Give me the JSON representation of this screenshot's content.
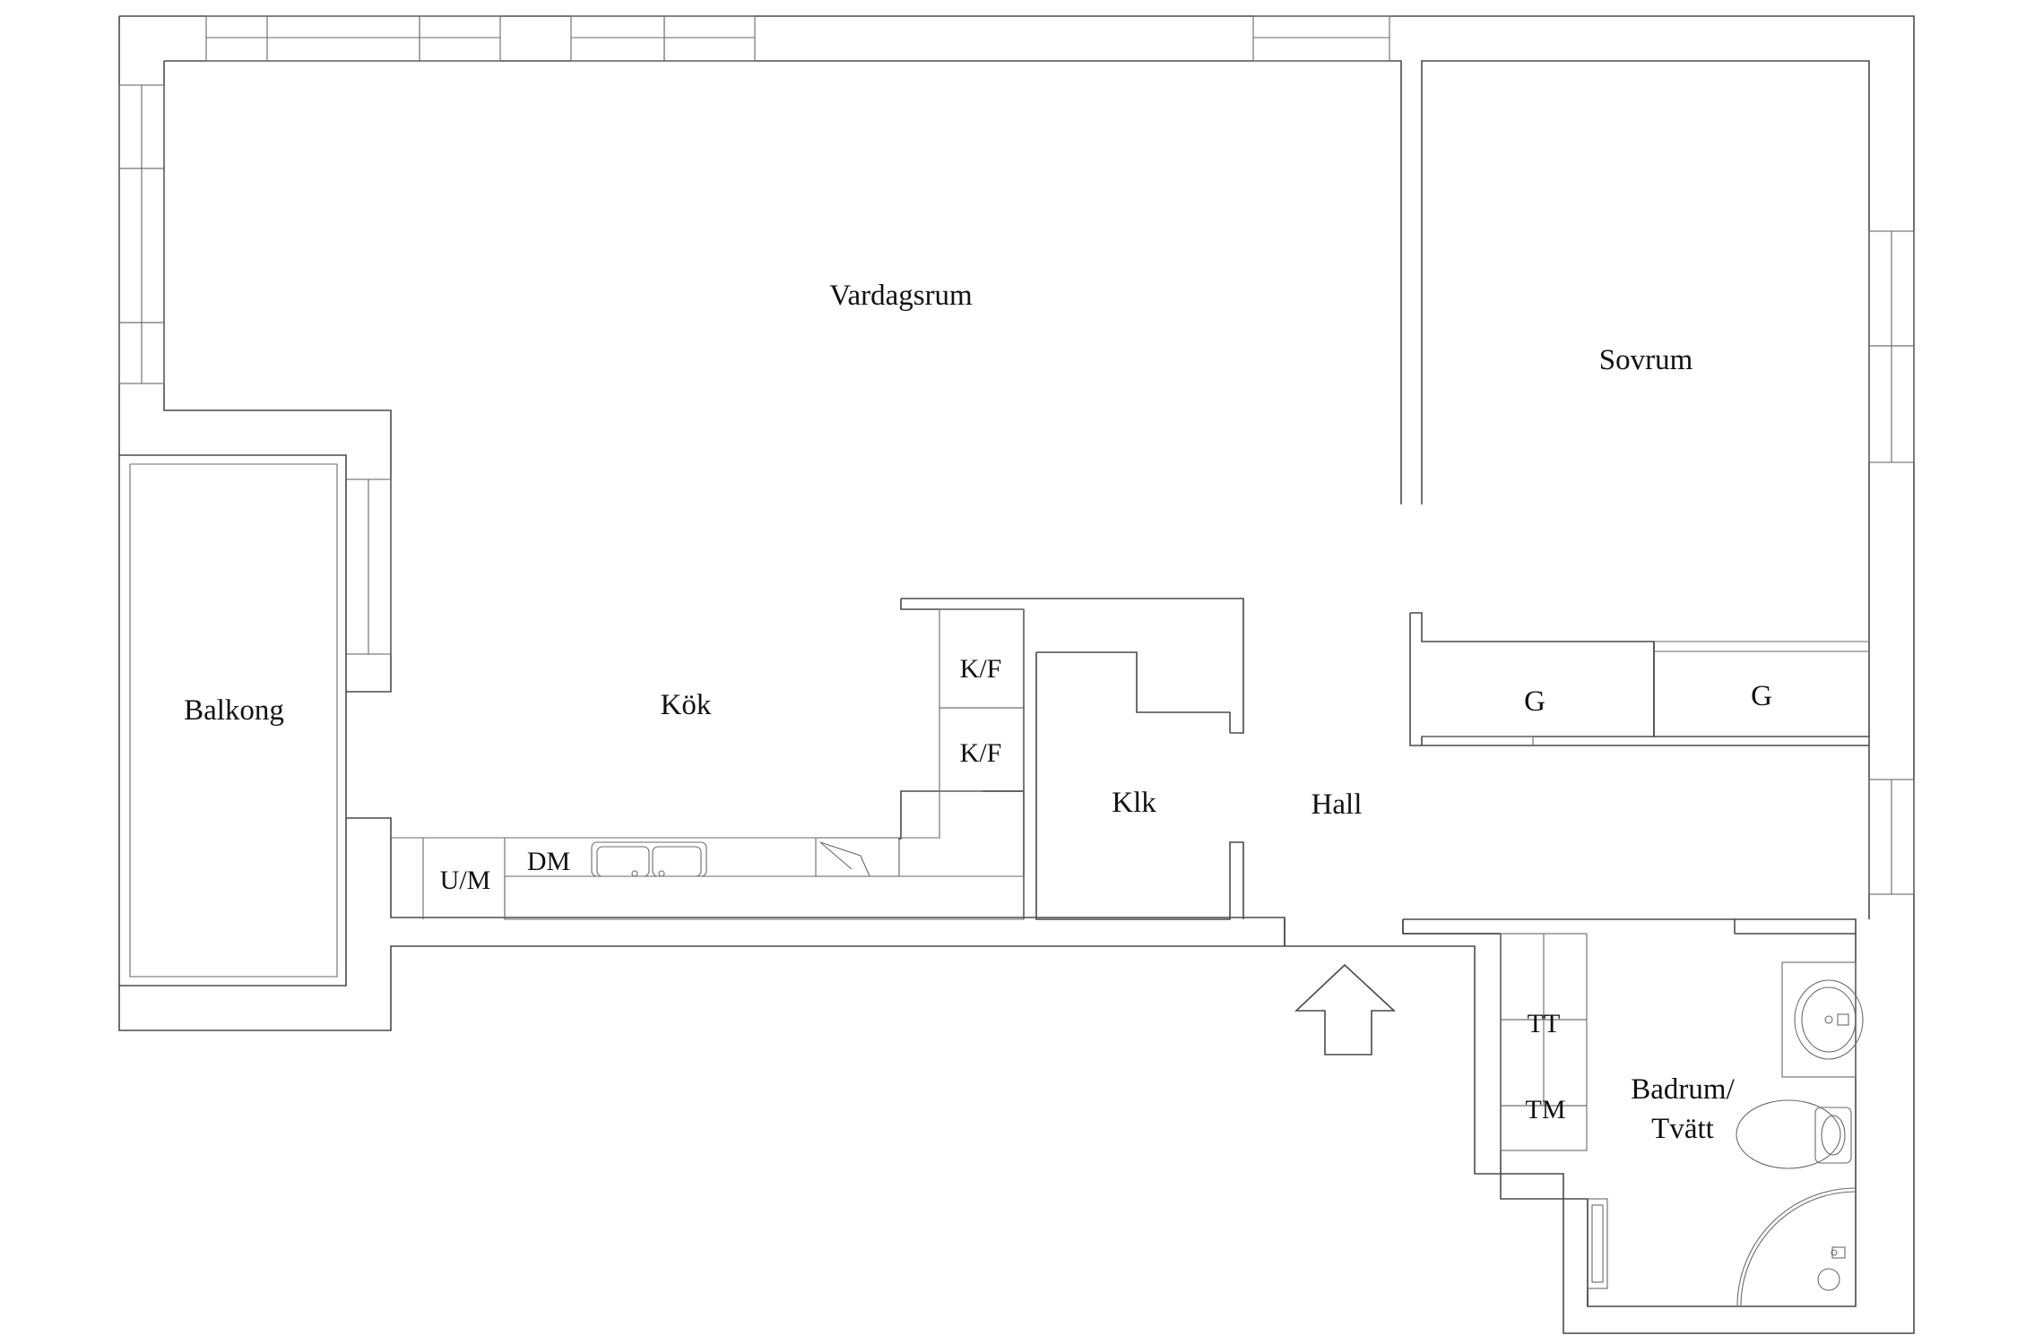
{
  "rooms": {
    "vardagsrum": "Vardagsrum",
    "sovrum": "Sovrum",
    "balkong": "Balkong",
    "kok": "Kök",
    "klk": "Klk",
    "hall": "Hall",
    "garderob_1": "G",
    "garderob_2": "G",
    "badrum_line1": "Badrum/",
    "badrum_line2": "Tvätt"
  },
  "fixtures": {
    "kf_top": "K/F",
    "kf_bottom": "K/F",
    "um": "U/M",
    "dm": "DM",
    "tt": "TT",
    "tm": "TM"
  },
  "icons": {
    "entrance": "entrance-arrow-icon",
    "sink": "kitchen-sink-icon",
    "stove": "stove-icon",
    "washbasin": "washbasin-icon",
    "toilet": "toilet-icon",
    "shower": "shower-icon"
  }
}
